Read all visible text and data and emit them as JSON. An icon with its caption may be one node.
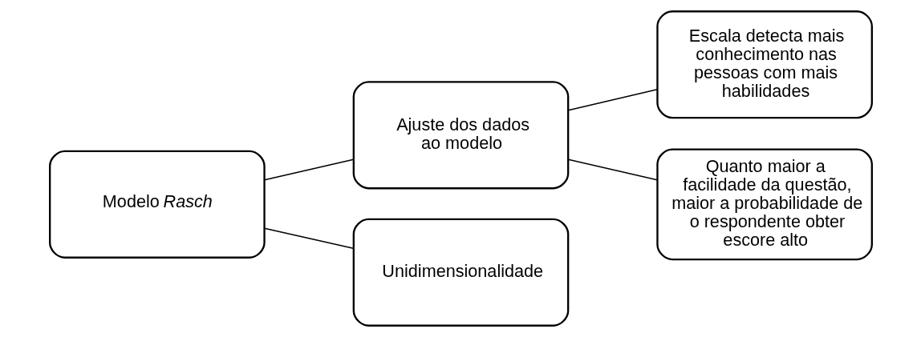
{
  "diagram": {
    "nodes": [
      {
        "text": [
          "Modelo *Rasch*"
        ]
      },
      {
        "text": [
          "Ajuste dos dados ao modelo"
        ]
      },
      {
        "text": [
          "Unidimensionalidade"
        ]
      },
      {
        "text": [
          "Escala detecta mais conhecimento nas pessoas com mais habilidades"
        ]
      },
      {
        "text": [
          "Quanto maior a facilidade da questão, maior a probabilidade de o respondente obter escore alto"
        ]
      }
    ],
    "edges": [
      {
        "from": 0,
        "to": 1,
        "arrow": "none"
      },
      {
        "from": 0,
        "to": 2,
        "arrow": "none"
      },
      {
        "from": 1,
        "to": 3,
        "arrow": "none"
      },
      {
        "from": 1,
        "to": 4,
        "arrow": "none"
      }
    ]
  }
}
